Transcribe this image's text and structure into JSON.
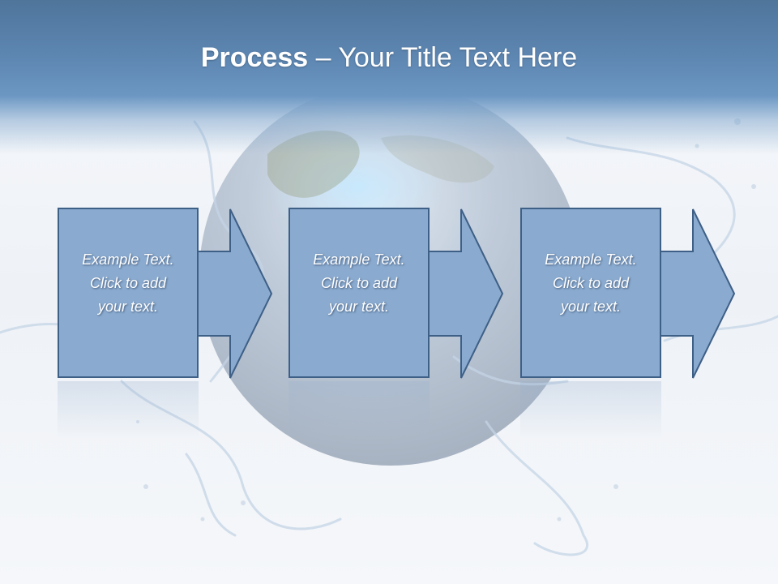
{
  "slide": {
    "title_bold": "Process",
    "title_rest": " – Your Title Text Here"
  },
  "steps": [
    {
      "line1": "Example Text.",
      "line2": "Click  to add",
      "line3": "your text."
    },
    {
      "line1": "Example Text.",
      "line2": "Click  to add",
      "line3": "your text."
    },
    {
      "line1": "Example Text.",
      "line2": "Click  to add",
      "line3": "your text."
    }
  ],
  "colors": {
    "box_fill": "#8aaacf",
    "box_stroke": "#3e5f86",
    "title_bar": "#5c85b0"
  }
}
